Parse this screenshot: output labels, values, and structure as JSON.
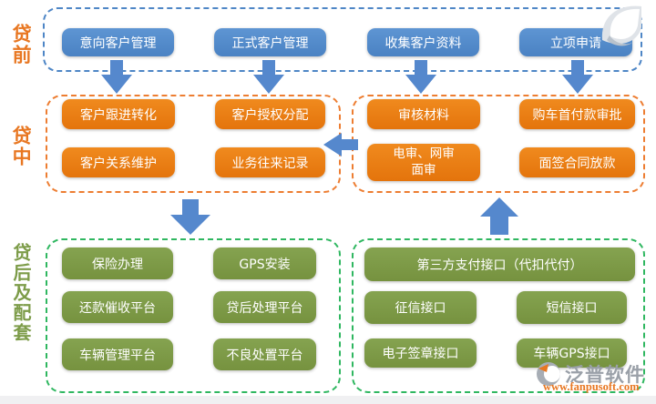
{
  "labels": {
    "pre": "贷前",
    "mid": "贷中",
    "post": "贷后及配套"
  },
  "pre": {
    "buttons": [
      "意向客户管理",
      "正式客户管理",
      "收集客户资料",
      "立项申请"
    ]
  },
  "mid": {
    "left": [
      "客户跟进转化",
      "客户授权分配",
      "客户关系维护",
      "业务往来记录"
    ],
    "right": [
      "审核材料",
      "购车首付款审批",
      "电审、网审\n面审",
      "面签合同放款"
    ]
  },
  "post": {
    "left": [
      "保险办理",
      "GPS安装",
      "还款催收平台",
      "贷后处理平台",
      "车辆管理平台",
      "不良处置平台"
    ],
    "right": [
      "第三方支付接口（代扣代付）",
      "征信接口",
      "短信接口",
      "电子签章接口",
      "车辆GPS接口"
    ]
  },
  "watermark": {
    "brand": "泛普软件",
    "url": "www.fanpusoft.com"
  },
  "colors": {
    "blue_button": "#4e86c6",
    "orange_button": "#e87c16",
    "green_button": "#7d9c49",
    "blue_border": "#4e86c6",
    "orange_border": "#ed7d31",
    "green_border": "#2fb760",
    "label_orange": "#e87722",
    "label_green": "#7d9c49",
    "arrow_blue": "#5588cd",
    "watermark_grey": "#9aa0a8",
    "watermark_orange": "#e87722"
  }
}
